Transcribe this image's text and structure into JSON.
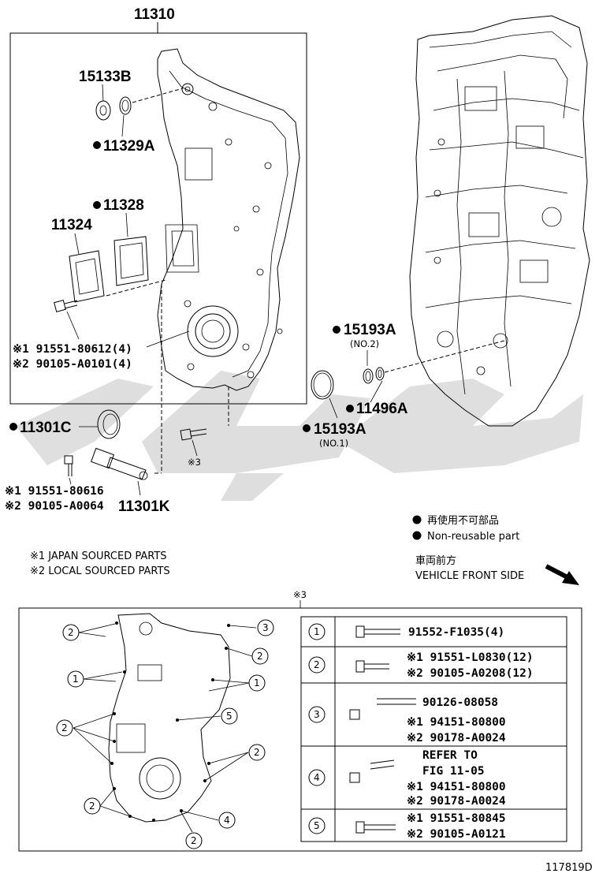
{
  "labels": {
    "main_assembly": "11310",
    "part_15133B": "15133B",
    "part_11329A": "11329A",
    "part_11328": "11328",
    "part_11324": "11324",
    "bolt_jp_1": "※1 91551-80612(4)",
    "bolt_local_1": "※2 90105-A0101(4)",
    "part_15193A_no2": "15193A",
    "no2": "(NO.2)",
    "part_11496A": "11496A",
    "part_15193A_no1": "15193A",
    "no1": "(NO.1)",
    "part_11301C": "11301C",
    "bolt_jp_2": "※1 91551-80616",
    "bolt_local_2": "※2 90105-A0064",
    "part_11301K": "11301K",
    "ref3_small": "※3",
    "ref3_top": "※3"
  },
  "legend": {
    "reuse_jp": "再使用不可部品",
    "reuse_en": "Non-reusable part",
    "front_jp": "車両前方",
    "front_en": "VEHICLE FRONT SIDE"
  },
  "notes": {
    "japan": "※1 JAPAN SOURCED PARTS",
    "local": "※2 LOCAL SOURCED PARTS"
  },
  "table": {
    "rows": [
      {
        "num": "1",
        "lines": [
          "91552-F1035(4)"
        ]
      },
      {
        "num": "2",
        "lines": [
          "※1 91551-L0830(12)",
          "※2 90105-A0208(12)"
        ]
      },
      {
        "num": "3",
        "lines": [
          "90126-08058",
          "※1 94151-80800",
          "※2 90178-A0024"
        ]
      },
      {
        "num": "4",
        "lines": [
          "REFER TO",
          "FIG 11-05",
          "※1 94151-80800",
          "※2 90178-A0024"
        ]
      },
      {
        "num": "5",
        "lines": [
          "※1 91551-80845",
          "※2 90105-A0121"
        ]
      }
    ]
  },
  "callouts": [
    "2",
    "3",
    "2",
    "1",
    "1",
    "5",
    "2",
    "2",
    "2",
    "4",
    "2"
  ],
  "figure_id": "117819D"
}
